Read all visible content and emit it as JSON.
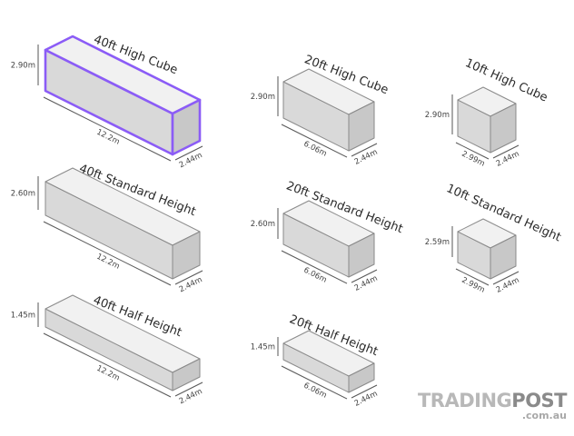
{
  "colors": {
    "front": "#d9d9d9",
    "top": "#f1f1f1",
    "side": "#c8c8c8",
    "edge": "#8a8a8a",
    "highlight": "#8b5cf6",
    "text": "#2b2b2b"
  },
  "containers": [
    {
      "id": "40ft-high-cube",
      "title": "40ft High Cube",
      "height": "2.90m",
      "length": "12.2m",
      "width": "2.44m",
      "highlighted": true
    },
    {
      "id": "20ft-high-cube",
      "title": "20ft High Cube",
      "height": "2.90m",
      "length": "6.06m",
      "width": "2.44m",
      "highlighted": false
    },
    {
      "id": "10ft-high-cube",
      "title": "10ft High Cube",
      "height": "2.90m",
      "length": "2.99m",
      "width": "2.44m",
      "highlighted": false
    },
    {
      "id": "40ft-standard-height",
      "title": "40ft Standard Height",
      "height": "2.60m",
      "length": "12.2m",
      "width": "2.44m",
      "highlighted": false
    },
    {
      "id": "20ft-standard-height",
      "title": "20ft Standard Height",
      "height": "2.60m",
      "length": "6.06m",
      "width": "2.44m",
      "highlighted": false
    },
    {
      "id": "10ft-standard-height",
      "title": "10ft Standard Height",
      "height": "2.59m",
      "length": "2.99m",
      "width": "2.44m",
      "highlighted": false
    },
    {
      "id": "40ft-half-height",
      "title": "40ft Half Height",
      "height": "1.45m",
      "length": "12.2m",
      "width": "2.44m",
      "highlighted": false
    },
    {
      "id": "20ft-half-height",
      "title": "20ft Half Height",
      "height": "1.45m",
      "length": "6.06m",
      "width": "2.44m",
      "highlighted": false
    }
  ],
  "logo": {
    "brand_light": "TRADING",
    "brand_bold": "POST",
    "domain": ".com.au"
  }
}
